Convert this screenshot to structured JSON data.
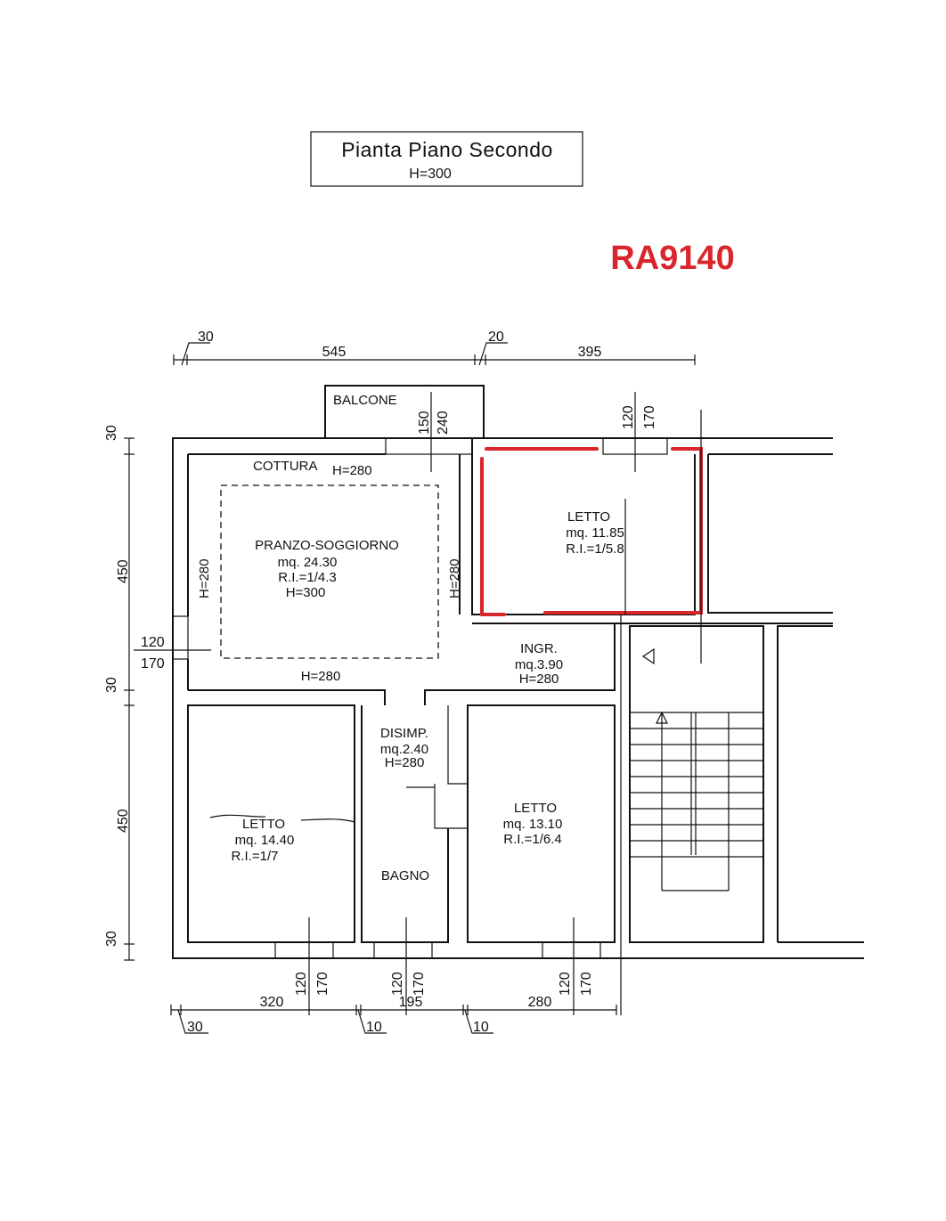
{
  "title": {
    "name": "Pianta Piano Secondo",
    "height": "H=300"
  },
  "code": {
    "text": "RA9140",
    "color": "#d9262c"
  },
  "rooms": {
    "cottura": {
      "name": "COTTURA",
      "height": "H=280"
    },
    "pranzo": {
      "name": "PRANZO-SOGGIORNO",
      "area": "mq.  24.30",
      "ri": "R.I.=1/4.3",
      "height": "H=300",
      "wall_left": "H=280",
      "wall_right": "H=280",
      "bottom": "H=280"
    },
    "balcone": {
      "name": "BALCONE"
    },
    "letto_top": {
      "name": "LETTO",
      "area": "mq.  11.85",
      "ri": "R.I.=1/5.8"
    },
    "ingr": {
      "name": "INGR.",
      "area": "mq.3.90",
      "height": "H=280"
    },
    "disimp": {
      "name": "DISIMP.",
      "area": "mq.2.40",
      "height": "H=280"
    },
    "bagno": {
      "name": "BAGNO"
    },
    "letto_left": {
      "name": "LETTO",
      "area": "mq.  14.40",
      "ri": "R.I.=1/7"
    },
    "letto_right": {
      "name": "LETTO",
      "area": "mq.  13.10",
      "ri": "R.I.=1/6.4"
    }
  },
  "dimensions": {
    "top": {
      "a": "30",
      "b": "545",
      "c": "20",
      "d": "395"
    },
    "left": {
      "a": "30",
      "b": "450",
      "c": "30",
      "d": "450",
      "e": "30"
    },
    "bottom": {
      "a": "320",
      "b": "195",
      "c": "280",
      "d": "30",
      "e": "10",
      "f": "10"
    },
    "windows": {
      "balcone": [
        "150",
        "240"
      ],
      "letto_top": [
        "120",
        "170"
      ],
      "left": [
        "120",
        "170"
      ],
      "bottom_left": [
        "120",
        "170"
      ],
      "bottom_mid": [
        "120",
        "170"
      ],
      "bottom_right": [
        "120",
        "170"
      ]
    }
  }
}
